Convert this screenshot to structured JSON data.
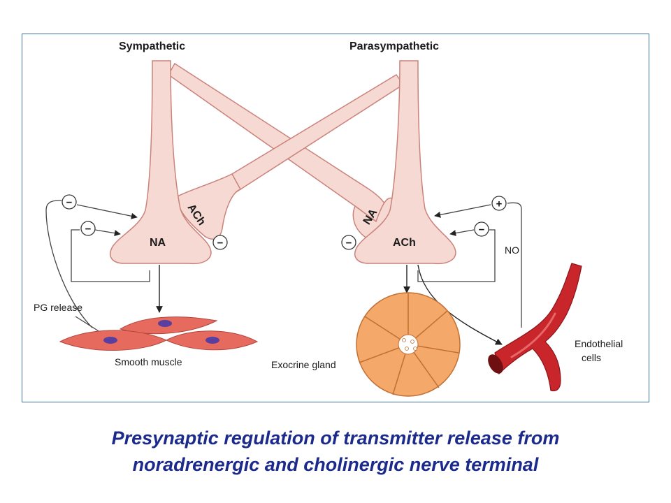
{
  "diagram": {
    "labels": {
      "sympathetic": "Sympathetic",
      "parasympathetic": "Parasympathetic",
      "na_left_terminal": "NA",
      "ach_on_left_terminal": "ACh",
      "na_on_right_terminal": "NA",
      "ach_right_terminal": "ACh",
      "pg_release": "PG release",
      "smooth_muscle": "Smooth muscle",
      "exocrine_gland": "Exocrine gland",
      "no": "NO",
      "endothelial_line1": "Endothelial",
      "endothelial_line2": "cells"
    },
    "signs": {
      "minus": "−",
      "plus": "+"
    },
    "colors": {
      "nerve_fill": "#f7d9d4",
      "nerve_stroke": "#c9837a",
      "muscle_fill": "#e76a5f",
      "muscle_nucleus": "#5b3f9e",
      "gland_fill": "#f4a86a",
      "vessel_fill": "#c8262b"
    }
  },
  "caption": {
    "line1": "Presynaptic regulation of transmitter release from",
    "line2": "noradrenergic and cholinergic nerve terminal"
  }
}
